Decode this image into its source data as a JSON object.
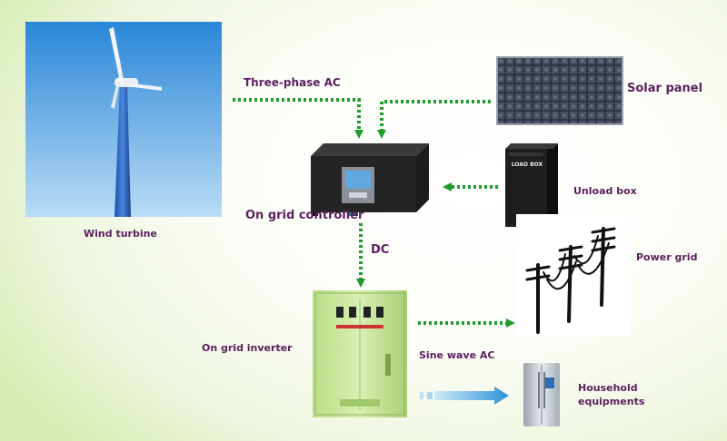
{
  "labels": {
    "three_phase": "Three-phase AC",
    "solar_panel": "Solar panel",
    "unload_box": "Unload box",
    "on_grid_controller": "On grid controller",
    "wind_turbine": "Wind turbine",
    "dc": "DC",
    "power_grid": "Power grid",
    "on_grid_inverter": "On grid inverter",
    "sine_wave": "Sine wave AC",
    "household_line1": "Household",
    "household_line2": "equipments"
  },
  "device_text": {
    "load_box": "LOAD BOX"
  },
  "colors": {
    "label": "#5b1f5f",
    "arrow_dotted": "#1f9a2c",
    "arrow_blue": "#3aa3e0",
    "sky_top": "#2a86d8",
    "sky_bottom": "#b9dcf5"
  }
}
